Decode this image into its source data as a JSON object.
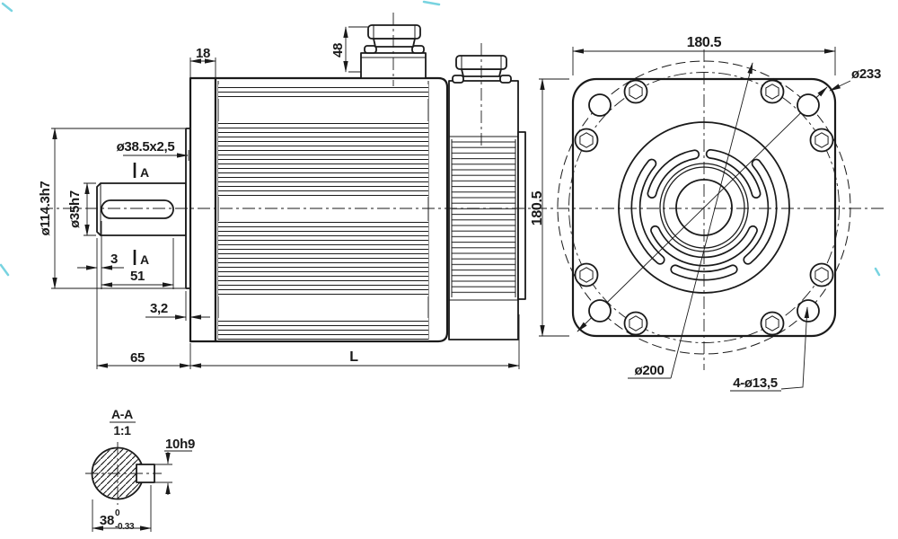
{
  "drawing": {
    "colors": {
      "line": "#1a1a1a",
      "background": "#ffffff",
      "artifact": "#56c8d8"
    },
    "side_view": {
      "flange_thickness": "18",
      "connector_height": "48",
      "shaft_groove": "ø38.5x2,5",
      "section_label_top": "A",
      "section_label_bottom": "A",
      "spigot_diameter": "ø114.3h7",
      "shaft_diameter": "ø35h7",
      "key_end_offset": "3",
      "key_length": "51",
      "spigot_depth": "3,2",
      "shaft_length": "65",
      "body_length": "L"
    },
    "front_view": {
      "flange_width": "180.5",
      "flange_height": "180.5",
      "corner_hole_circle": "ø233",
      "bolt_circle": "ø200",
      "mounting_holes": "4-ø13,5"
    },
    "section_view": {
      "name": "A-A",
      "scale": "1:1",
      "key_width": "10h9",
      "key_depth": "38",
      "key_depth_tol_upper": "0",
      "key_depth_tol_lower": "-0.33"
    }
  }
}
